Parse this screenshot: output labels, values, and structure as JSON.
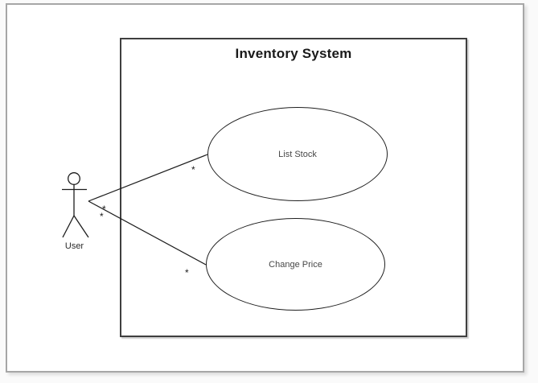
{
  "diagram": {
    "title": "Inventory System",
    "actor": {
      "label": "User"
    },
    "use_cases": [
      {
        "label": "List Stock"
      },
      {
        "label": "Change Price"
      }
    ],
    "associations": [
      {
        "from": "User",
        "to": "List Stock",
        "source_multiplicity": "*",
        "target_multiplicity": "*"
      },
      {
        "from": "User",
        "to": "Change Price",
        "source_multiplicity": "*",
        "target_multiplicity": "*"
      }
    ],
    "colors": {
      "line": "#1c1c1c",
      "label_text": "#474747",
      "title_text": "#1a1a1a",
      "boundary_border": "#3f3f3f",
      "page_border": "#a6a6a6",
      "page_background": "#ffffff"
    }
  }
}
